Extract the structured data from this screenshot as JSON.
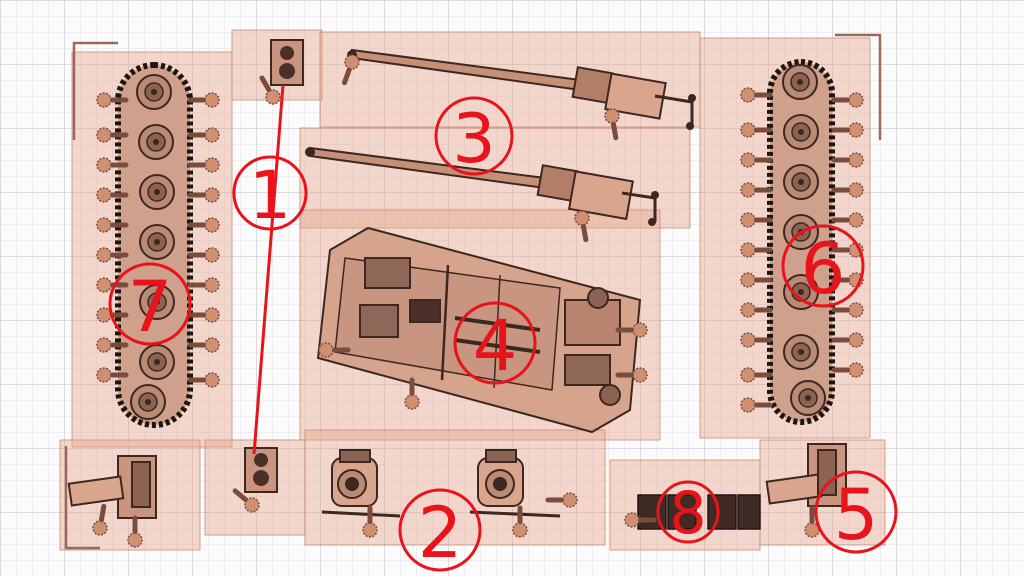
{
  "labels": [
    "1",
    "2",
    "3",
    "4",
    "5",
    "6",
    "7",
    "8"
  ],
  "colors": {
    "annotation": "#e8131b",
    "pad": "#e6a890",
    "part_fill": "#d9a58c",
    "part_dark": "#6e4a3c",
    "part_line": "#3d2720",
    "grid": "#d9d9df"
  }
}
